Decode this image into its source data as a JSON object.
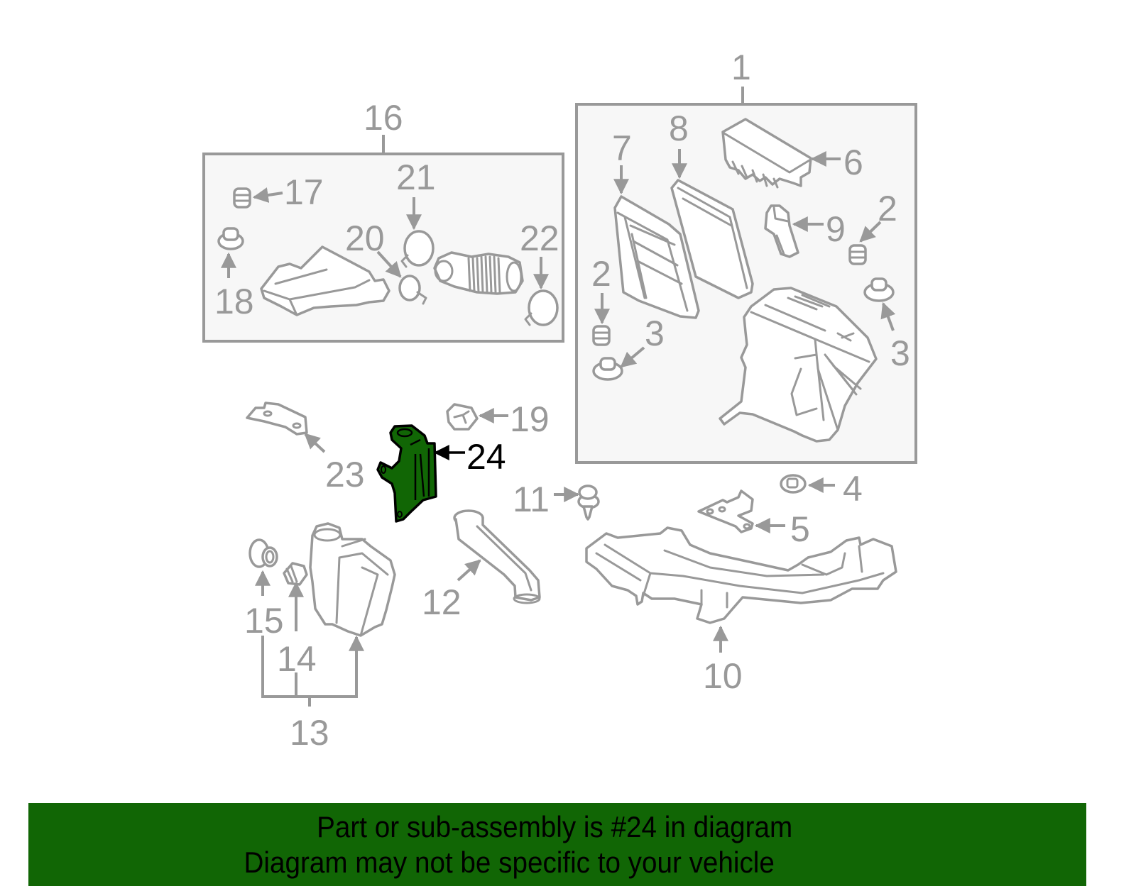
{
  "diagram": {
    "highlight_color": "#116605",
    "highlighted_part": "24",
    "assemblies": [
      {
        "callout": "1",
        "contains": [
          "2",
          "3",
          "6",
          "7",
          "8",
          "9"
        ]
      },
      {
        "callout": "16",
        "contains": [
          "17",
          "18",
          "20",
          "21",
          "22"
        ]
      },
      {
        "callout": "13",
        "contains": [
          "14",
          "15"
        ]
      }
    ],
    "callouts": {
      "c1": "1",
      "c2a": "2",
      "c2b": "2",
      "c3a": "3",
      "c3b": "3",
      "c4": "4",
      "c5": "5",
      "c6": "6",
      "c7": "7",
      "c8": "8",
      "c9": "9",
      "c10": "10",
      "c11": "11",
      "c12": "12",
      "c13": "13",
      "c14": "14",
      "c15": "15",
      "c16": "16",
      "c17": "17",
      "c18": "18",
      "c19": "19",
      "c20": "20",
      "c21": "21",
      "c22": "22",
      "c23": "23",
      "c24": "24"
    }
  },
  "banner": {
    "line1": "Part or sub-assembly is #24 in diagram",
    "line2": "Diagram may not be specific to your vehicle",
    "background": "#116605"
  }
}
